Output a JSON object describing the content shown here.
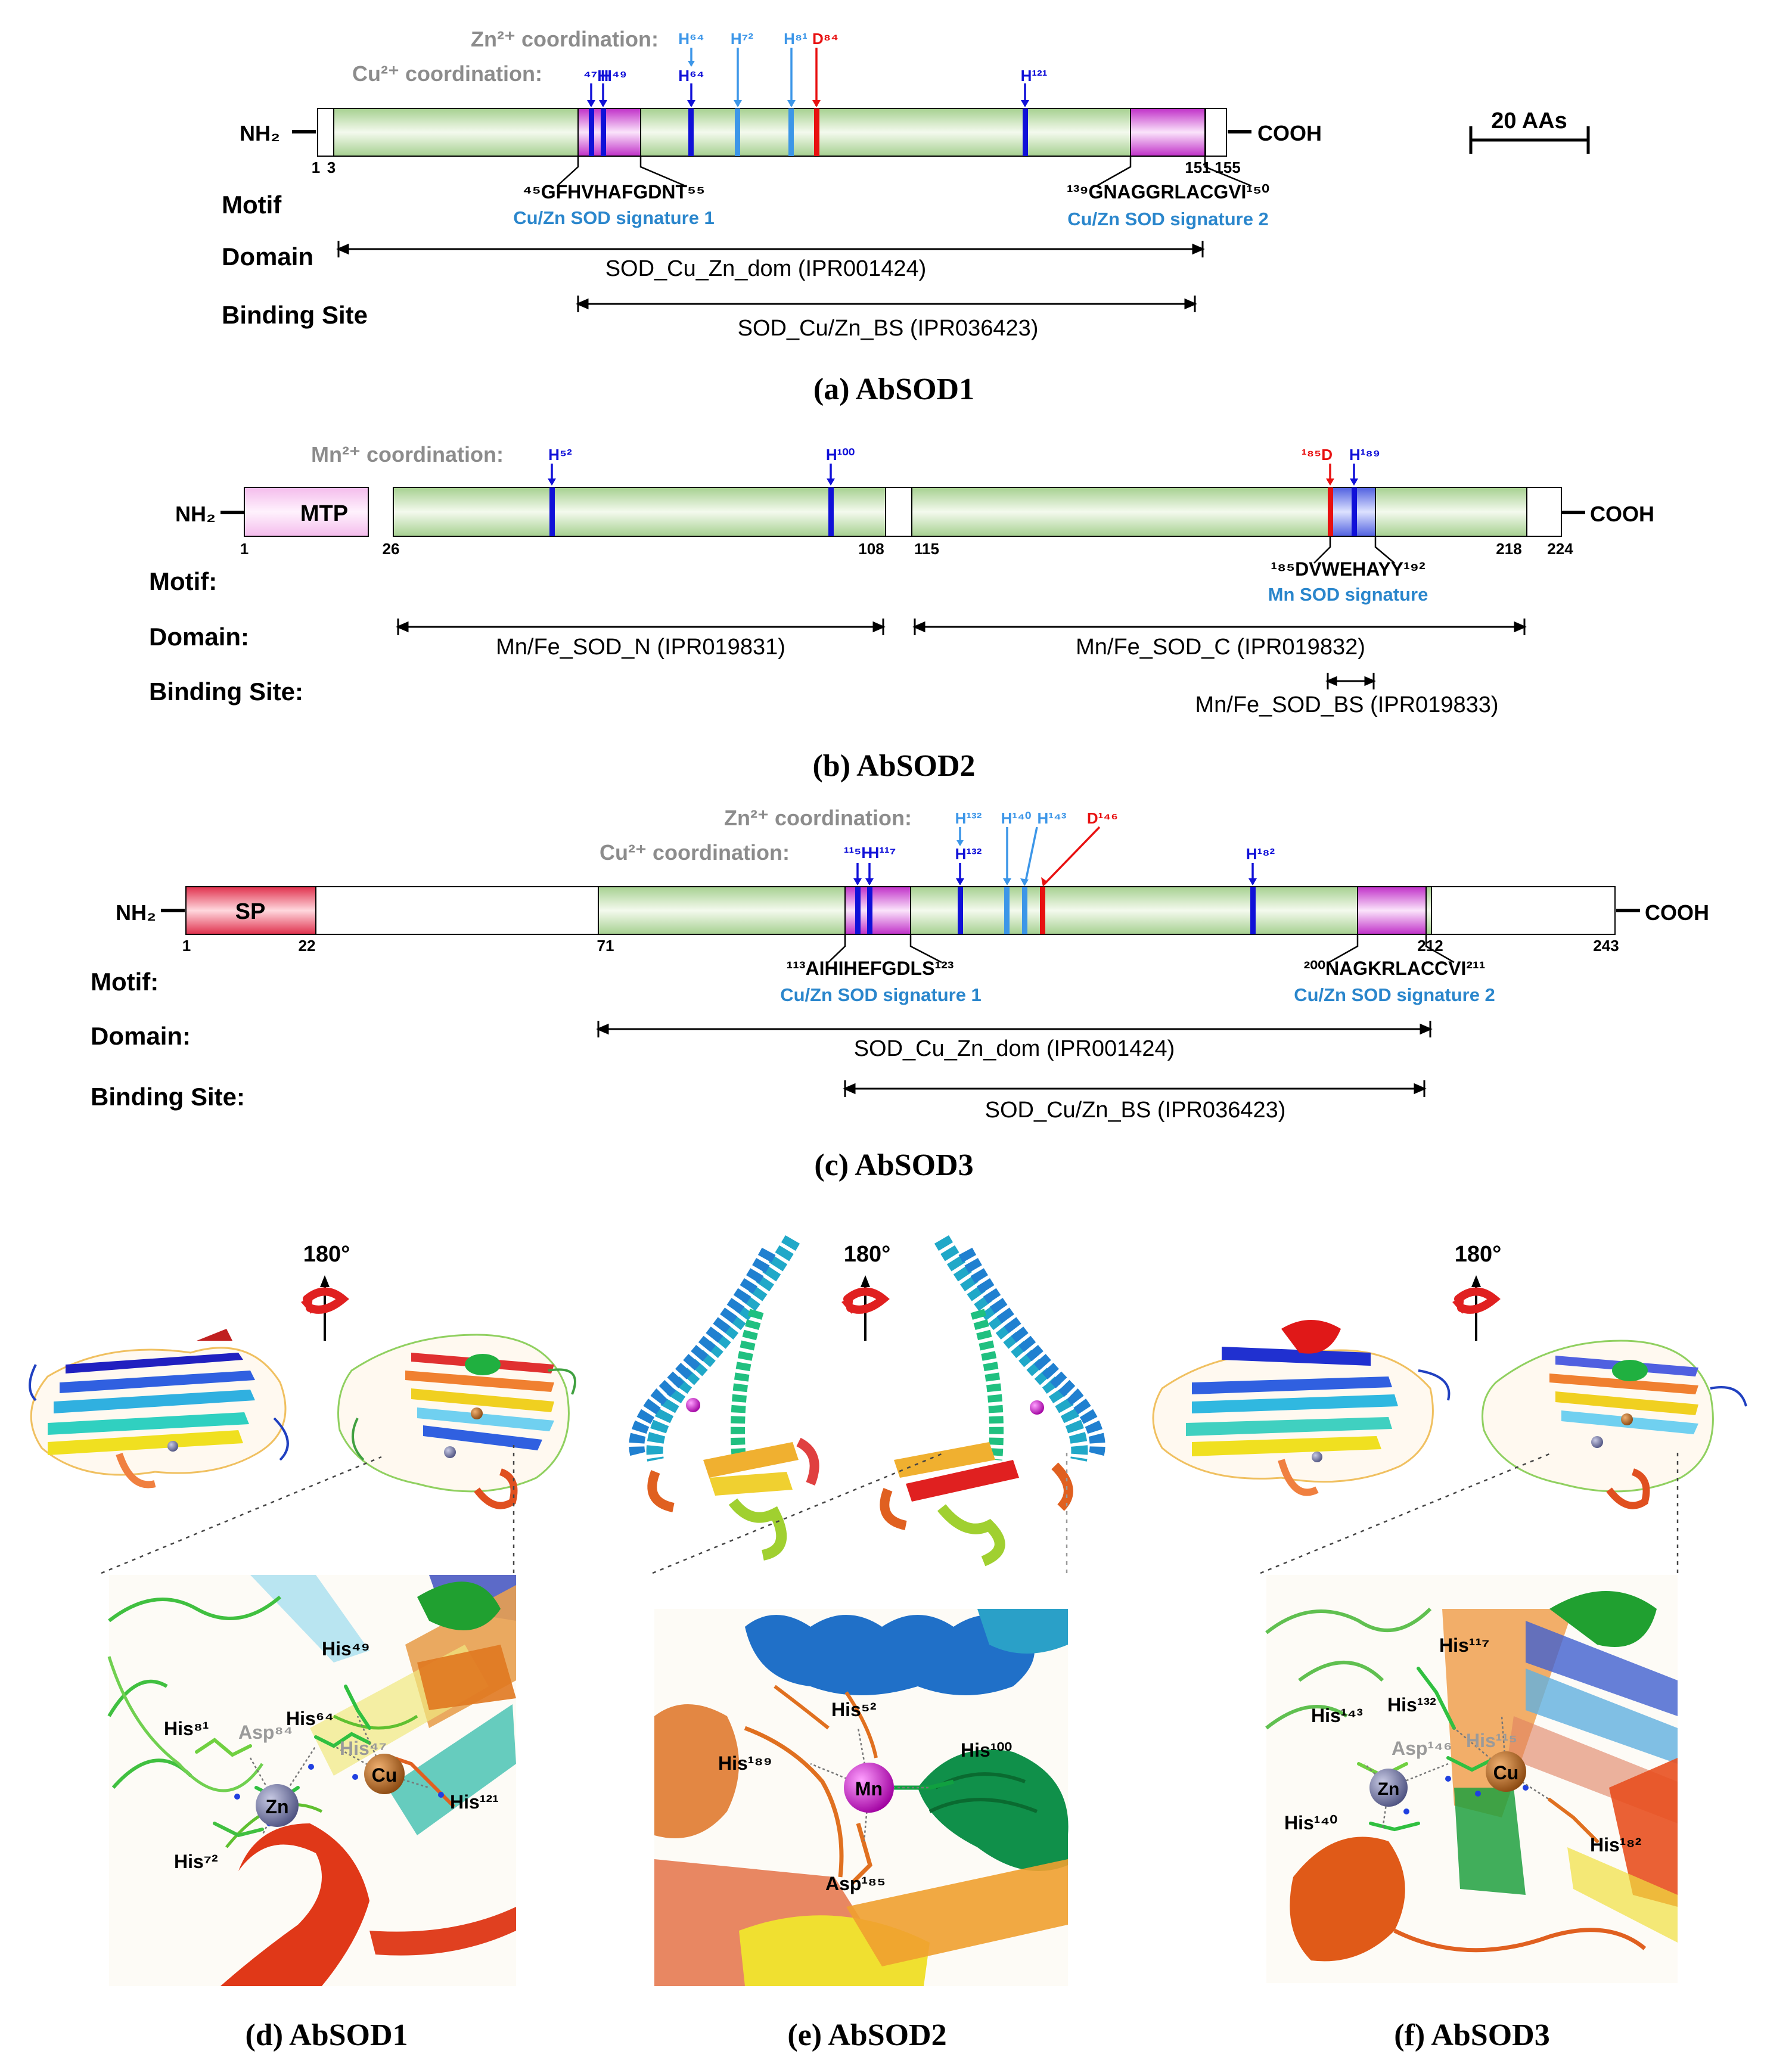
{
  "scale": {
    "label": "20 AAs"
  },
  "panels": {
    "a": {
      "caption": "(a) AbSOD1",
      "zn_label": "Zn²⁺ coordination:",
      "cu_label": "Cu²⁺ coordination:",
      "nh2": "NH₂",
      "cooh": "COOH",
      "nums": {
        "n1": "1",
        "n3": "3",
        "n151": "151",
        "n155": "155"
      },
      "sites": {
        "H47": "⁴⁷H",
        "H49": "H⁴⁹",
        "H64cu": "H⁶⁴",
        "H64zn": "H⁶⁴",
        "H72": "H⁷²",
        "H81": "H⁸¹",
        "D84": "D⁸⁴",
        "H121": "H¹²¹"
      },
      "motif1_seq": "⁴⁵GFHVHAFGDNT⁵⁵",
      "motif1_name": "Cu/Zn SOD signature 1",
      "motif2_seq": "¹³⁹GNAGGRLACGVI¹⁵⁰",
      "motif2_name": "Cu/Zn SOD signature 2",
      "row_motif": "Motif",
      "row_domain": "Domain",
      "row_binding": "Binding Site",
      "domain_name": "SOD_Cu_Zn_dom (IPR001424)",
      "binding_name": "SOD_Cu/Zn_BS (IPR036423)"
    },
    "b": {
      "caption": "(b) AbSOD2",
      "mn_label": "Mn²⁺ coordination:",
      "nh2": "NH₂",
      "cooh": "COOH",
      "mtp": "MTP",
      "nums": {
        "n1": "1",
        "n26": "26",
        "n108": "108",
        "n115": "115",
        "n218": "218",
        "n224": "224"
      },
      "sites": {
        "H52": "H⁵²",
        "H100": "H¹⁰⁰",
        "D185": "¹⁸⁵D",
        "H189": "H¹⁸⁹"
      },
      "motif_seq": "¹⁸⁵DVWEHAYY¹⁹²",
      "motif_name": "Mn SOD signature",
      "row_motif": "Motif:",
      "row_domain": "Domain:",
      "row_binding": "Binding Site:",
      "domain_n": "Mn/Fe_SOD_N (IPR019831)",
      "domain_c": "Mn/Fe_SOD_C (IPR019832)",
      "binding_name": "Mn/Fe_SOD_BS (IPR019833)"
    },
    "c": {
      "caption": "(c) AbSOD3",
      "zn_label": "Zn²⁺ coordination:",
      "cu_label": "Cu²⁺ coordination:",
      "nh2": "NH₂",
      "cooh": "COOH",
      "sp": "SP",
      "nums": {
        "n1": "1",
        "n22": "22",
        "n71": "71",
        "n212": "212",
        "n243": "243"
      },
      "sites": {
        "H115": "¹¹⁵H",
        "H117": "H¹¹⁷",
        "H132cu": "H¹³²",
        "H132zn": "H¹³²",
        "H140": "H¹⁴⁰",
        "H143": "H¹⁴³",
        "D146": "D¹⁴⁶",
        "H182": "H¹⁸²"
      },
      "motif1_seq": "¹¹³AIHIHEFGDLS¹²³",
      "motif1_name": "Cu/Zn SOD signature 1",
      "motif2_seq": "²⁰⁰NAGKRLACCVI²¹¹",
      "motif2_name": "Cu/Zn SOD signature 2",
      "row_motif": "Motif:",
      "row_domain": "Domain:",
      "row_binding": "Binding Site:",
      "domain_name": "SOD_Cu_Zn_dom (IPR001424)",
      "binding_name": "SOD_Cu/Zn_BS (IPR036423)"
    },
    "d": {
      "caption": "(d) AbSOD1",
      "rotation": "180°",
      "metals": {
        "zn": "Zn",
        "cu": "Cu"
      },
      "residues": {
        "his49": "His⁴⁹",
        "his64": "His⁶⁴",
        "his81": "His⁸¹",
        "asp84": "Asp⁸⁴",
        "his47": "His⁴⁷",
        "his121": "His¹²¹",
        "his72": "His⁷²"
      }
    },
    "e": {
      "caption": "(e) AbSOD2",
      "rotation": "180°",
      "metals": {
        "mn": "Mn"
      },
      "residues": {
        "his52": "His⁵²",
        "his189": "His¹⁸⁹",
        "his100": "His¹⁰⁰",
        "asp185": "Asp¹⁸⁵"
      }
    },
    "f": {
      "caption": "(f) AbSOD3",
      "rotation": "180°",
      "metals": {
        "zn": "Zn",
        "cu": "Cu"
      },
      "residues": {
        "his117": "His¹¹⁷",
        "his132": "His¹³²",
        "his143": "His¹⁴³",
        "asp146": "Asp¹⁴⁶",
        "his115": "His¹¹⁵",
        "his140": "His¹⁴⁰",
        "his182": "His¹⁸²"
      }
    }
  },
  "colors": {
    "green_dark": "#9cc98a",
    "green_light": "#f0f8ea",
    "purple": "#c030c8",
    "pink": "#f6c8f0",
    "red_box": "#e84860",
    "blue_dark": "#1010d8",
    "blue_light": "#3c96e8",
    "red": "#e81010",
    "grey": "#8c8c8c",
    "motif_blue": "#2a86cc",
    "zn": "#6a6e98",
    "cu": "#c06c20",
    "mn": "#e010e0"
  }
}
